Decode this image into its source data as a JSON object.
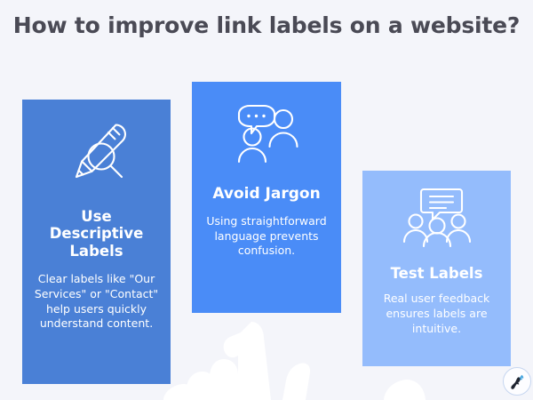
{
  "page": {
    "title": "How to improve link labels on a website?",
    "background_color": "#f4f5fa",
    "title_color": "#4a4a55"
  },
  "cards": [
    {
      "id": "descriptive",
      "icon": "pencil-magnifier-icon",
      "heading": "Use Descriptive Labels",
      "body": "Clear labels like \"Our Services\" or \"Contact\" help users quickly understand content.",
      "color": "#4a80d6"
    },
    {
      "id": "jargon",
      "icon": "people-speech-bubble-icon",
      "heading": "Avoid Jargon",
      "body": "Using straightforward language prevents confusion.",
      "color": "#4a8cf7"
    },
    {
      "id": "test",
      "icon": "group-feedback-icon",
      "heading": "Test Labels",
      "body": "Real user feedback ensures labels are intuitive.",
      "color": "#94bcfc"
    }
  ],
  "logo": {
    "name": "brand-logo-badge",
    "ring_color": "#c6d6f0",
    "mark_color": "#1f2430",
    "accent_color": "#4aa8e0"
  }
}
